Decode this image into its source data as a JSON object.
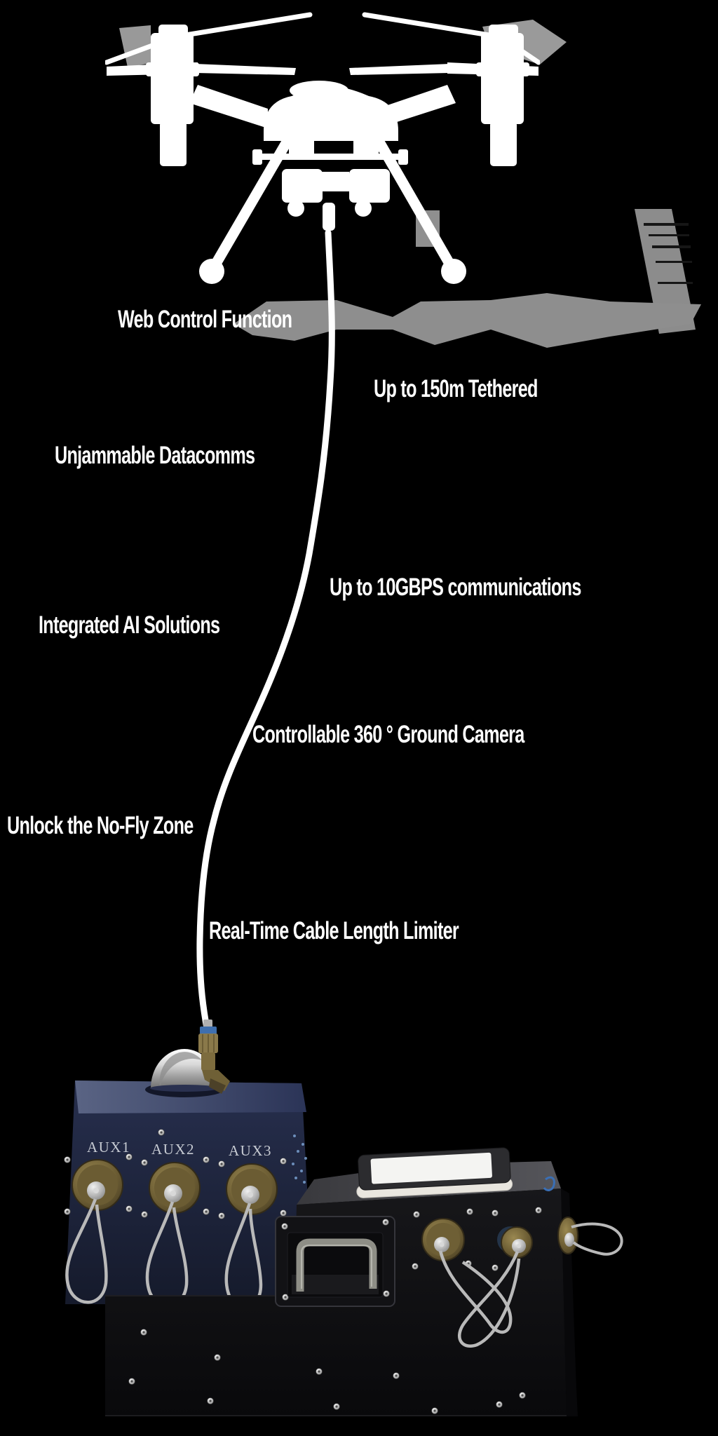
{
  "feature_labels": [
    "Web Control Function",
    "Up to 150m Tethered",
    "Unjammable Datacomms",
    "Up to 10GBPS communications",
    "Integrated AI Solutions",
    "Controllable 360 ° Ground Camera",
    "Unlock the No-Fly Zone",
    "Real-Time Cable Length Limiter"
  ],
  "ground_station": {
    "aux_labels": [
      "AUX1",
      "AUX2",
      "AUX3"
    ]
  },
  "colors": {
    "background": "#000000",
    "label_text": "#ffffff",
    "tether_cable": "#ffffff",
    "drone_silhouette": "#ffffff",
    "shadow_artifact": "#8e8e8e",
    "navy_enclosure": "#1e2438",
    "navy_top_face": "#3c4768",
    "aux_label_text": "#c6cad2",
    "brass_connector": "#77673c",
    "connector_cap": "#c9c9c9",
    "black_case": "#0e0e11",
    "case_top": "#4a4a4f",
    "tablet_screen": "#f4f4f2",
    "tablet_base": "#e9e6df",
    "gland_blue_band": "#3f6fae"
  }
}
